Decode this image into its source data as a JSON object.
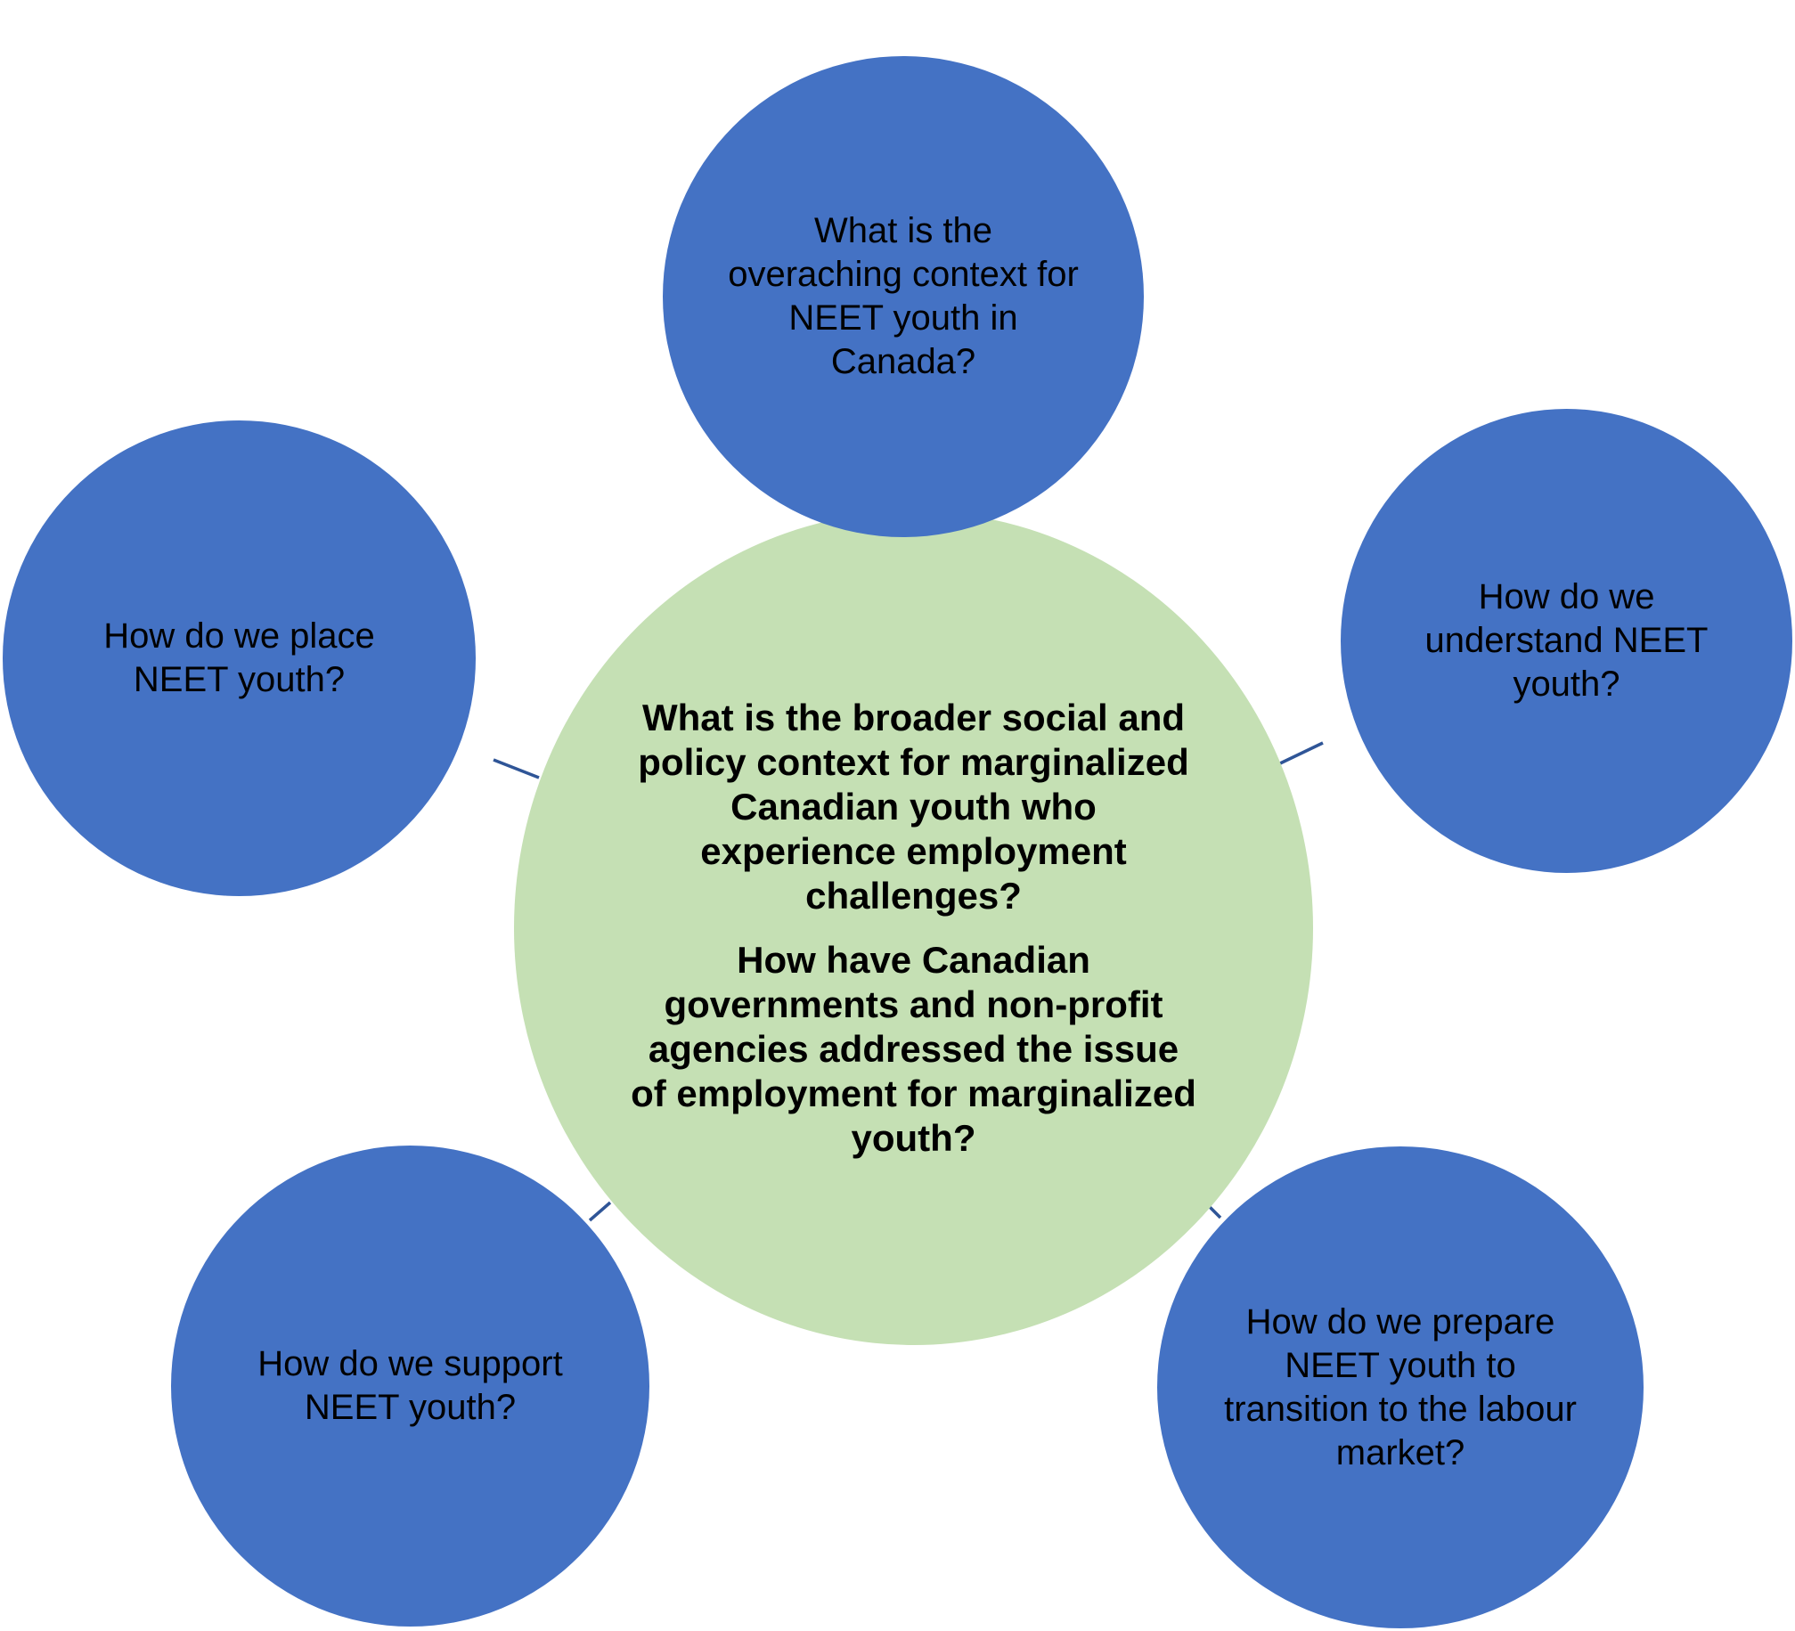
{
  "colors": {
    "outer_circle": "#4472c4",
    "center_circle": "#c5e0b4",
    "connector": "#2f5597",
    "text": "#000000"
  },
  "center": {
    "question_1": "What is the broader social and policy context for marginalized Canadian youth who experience employment challenges?",
    "question_2": "How have Canadian governments and non-profit agencies addressed the issue of employment for marginalized youth?"
  },
  "nodes": {
    "top": "What is the overaching context for NEET youth in Canada?",
    "right": "How do we understand NEET youth?",
    "bottom_right": "How do we prepare NEET youth to transition to the labour market?",
    "bottom_left": "How do we support NEET youth?",
    "left": "How do we place NEET youth?"
  }
}
